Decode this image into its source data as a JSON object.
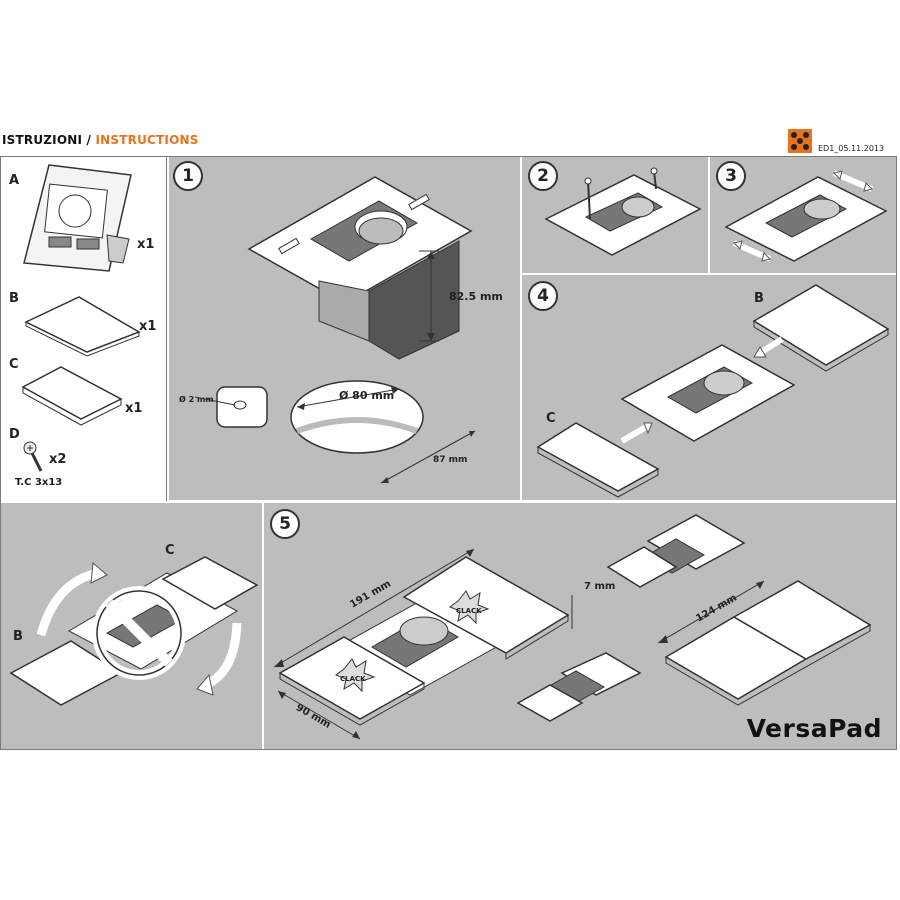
{
  "header": {
    "title_it": "ISTRUZIONI",
    "separator": " / ",
    "title_en": "INSTRUCTIONS",
    "edition": "ED1_05.11.2013"
  },
  "colors": {
    "accent": "#e8731c",
    "panel": "#bdbdbd",
    "line": "#333333"
  },
  "parts": {
    "a": {
      "label": "A",
      "qty": "x1"
    },
    "b": {
      "label": "B",
      "qty": "x1"
    },
    "c": {
      "label": "C",
      "qty": "x1"
    },
    "d": {
      "label": "D",
      "qty": "x2",
      "spec": "T.C 3x13"
    }
  },
  "step1": {
    "number": "1",
    "height": "82.5 mm",
    "hole": "Ø 2 mm",
    "diameter": "Ø 80 mm",
    "width": "87 mm"
  },
  "step2": {
    "number": "2"
  },
  "step3": {
    "number": "3"
  },
  "step4": {
    "number": "4",
    "label_b": "B",
    "label_c": "C"
  },
  "step_remove": {
    "label_c": "C",
    "label_b": "B"
  },
  "step5": {
    "number": "5",
    "length": "191 mm",
    "thickness": "7 mm",
    "depth": "90 mm",
    "clack1": "CLACK",
    "clack2": "CLACK",
    "closed_length": "124 mm",
    "brand": "VersaPad"
  }
}
